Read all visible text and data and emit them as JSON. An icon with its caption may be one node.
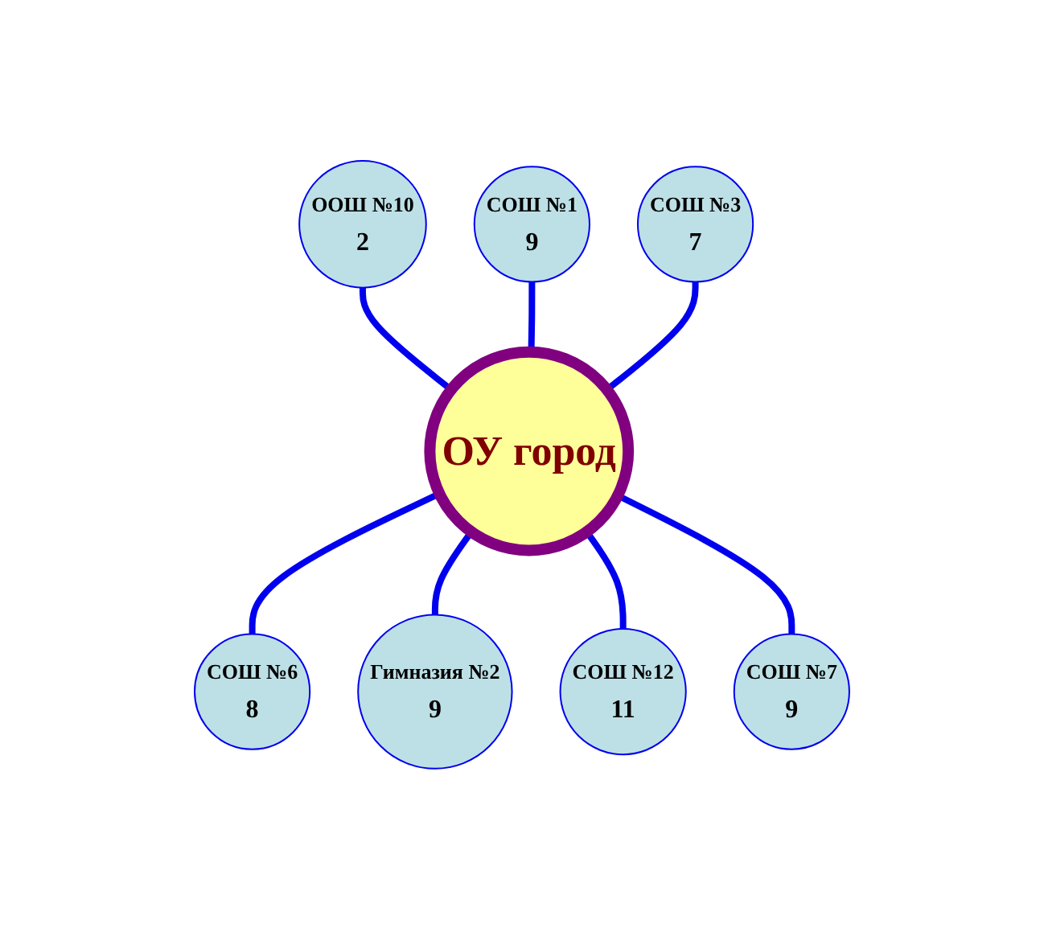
{
  "diagram": {
    "nodes": [
      {
        "text": [
          "ОУ город"
        ]
      },
      {
        "text": [
          "СОШ №1",
          "9"
        ]
      },
      {
        "text": [
          "ООШ №10",
          "2"
        ]
      },
      {
        "text": [
          "СОШ №3",
          "7"
        ]
      },
      {
        "text": [
          "СОШ №6",
          "8"
        ]
      },
      {
        "text": [
          "СОШ №7",
          "9"
        ]
      },
      {
        "text": [
          "Гимназия №2",
          "9"
        ]
      },
      {
        "text": [
          "СОШ №12",
          "11"
        ]
      }
    ],
    "edges": [
      {
        "from": 2,
        "to": 0,
        "arrow": "none"
      },
      {
        "from": 1,
        "to": 0,
        "arrow": "none"
      },
      {
        "from": 3,
        "to": 0,
        "arrow": "none"
      },
      {
        "from": 0,
        "to": 4,
        "arrow": "none"
      },
      {
        "from": 0,
        "to": 6,
        "arrow": "none"
      },
      {
        "from": 0,
        "to": 7,
        "arrow": "none"
      },
      {
        "from": 0,
        "to": 5,
        "arrow": "none"
      }
    ]
  }
}
